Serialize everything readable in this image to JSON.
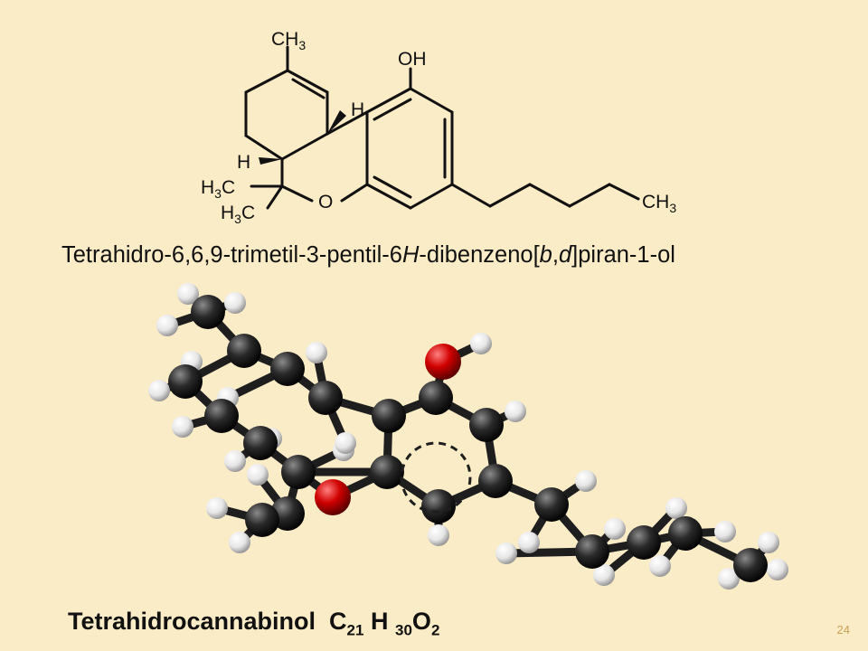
{
  "iupac_name": {
    "part1": "Tetrahidro-6,6,9-trimetil-3-pentil-6",
    "italic_h": "H",
    "part2": "-dibenzeno[",
    "italic_b": "b",
    "comma": ",",
    "italic_d": "d",
    "part3": "]piran-1-ol"
  },
  "common_name": {
    "name": "Tetrahidrocannabinol",
    "c": "C",
    "c_sub": "21",
    "h": "H",
    "h_sub": "30",
    "o": "O",
    "o_sub": "2"
  },
  "structure_labels": {
    "ch3_top": "CH",
    "ch3_top_sub": "3",
    "oh": "OH",
    "h_ring": "H",
    "h_left": "H",
    "h3c_a": "H",
    "h3c_a_sub": "3",
    "h3c_a_c": "C",
    "h3c_b": "H",
    "h3c_b_sub": "3",
    "h3c_b_c": "C",
    "o_ring": "O",
    "ch3_end": "CH",
    "ch3_end_sub": "3"
  },
  "slide_number": "24",
  "colors": {
    "background": "#fbecc8",
    "carbon": "#2a2a2a",
    "oxygen": "#cc0000",
    "hydrogen": "#f2f2f2"
  }
}
